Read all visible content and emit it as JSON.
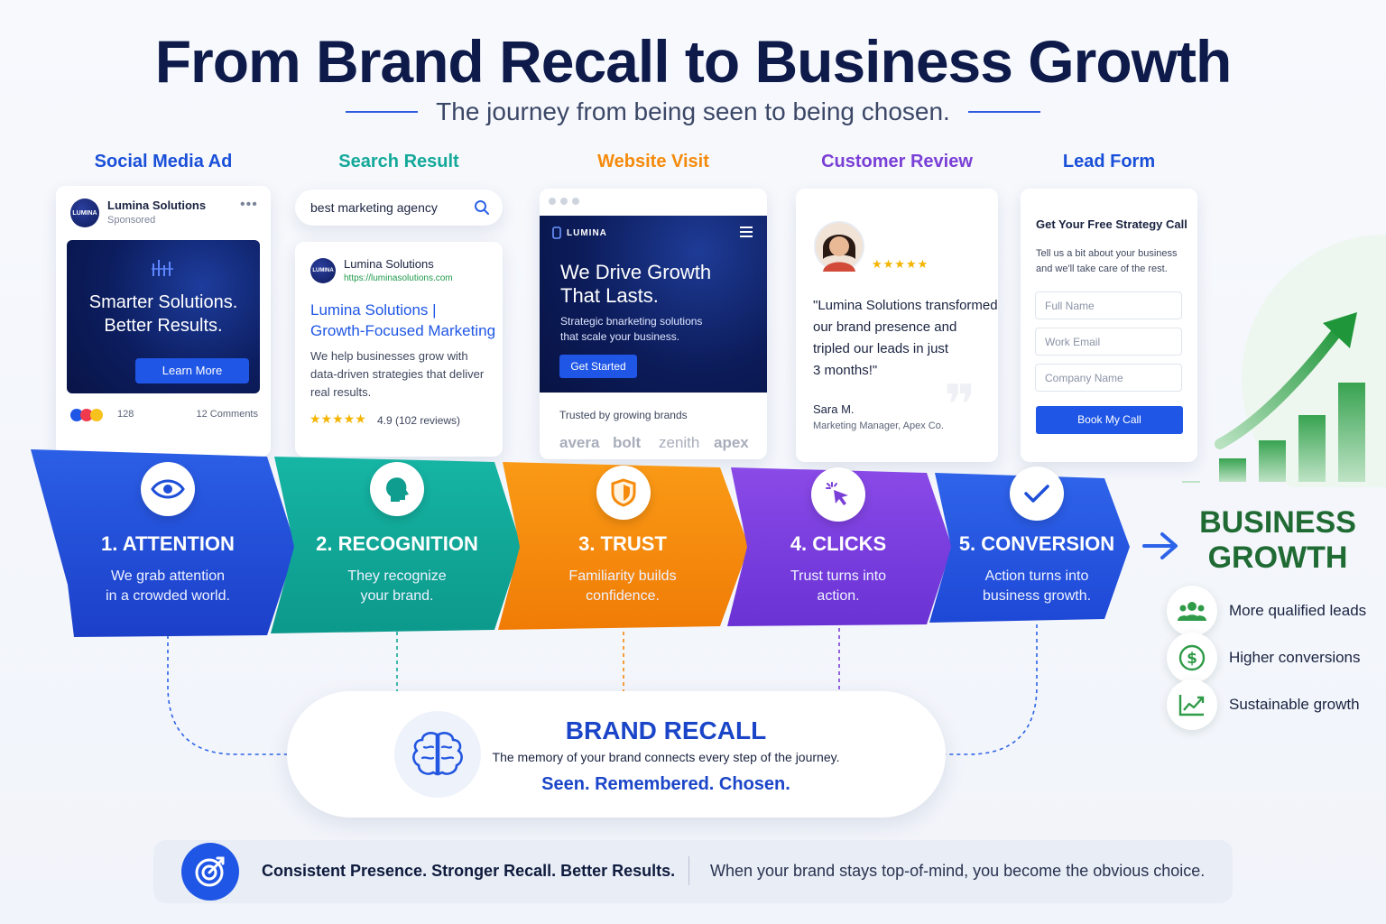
{
  "header": {
    "title": "From Brand Recall to Business Growth",
    "subtitle": "The journey from being seen to being chosen."
  },
  "columns": [
    {
      "label": "Social Media Ad",
      "color": "#1a4fd8"
    },
    {
      "label": "Search Result",
      "color": "#14a89a"
    },
    {
      "label": "Website Visit",
      "color": "#f58a0b"
    },
    {
      "label": "Customer Review",
      "color": "#7a3fd6"
    },
    {
      "label": "Lead Form",
      "color": "#1a4fd8"
    }
  ],
  "social_ad": {
    "brand": "Lumina Solutions",
    "logo_text": "LUMINA",
    "sponsored": "Sponsored",
    "banner_line1": "Smarter Solutions.",
    "banner_line2": "Better Results.",
    "cta": "Learn More",
    "reactions": "128",
    "comments": "12 Comments"
  },
  "search": {
    "query": "best marketing agency",
    "brand": "Lumina Solutions",
    "logo_text": "LUMINA",
    "url": "https://luminasolutions.com",
    "result_title_1": "Lumina Solutions |",
    "result_title_2": "Growth-Focused Marketing",
    "description": "We help businesses grow with data-driven strategies that deliver real results.",
    "stars": "★★★★★",
    "rating": "4.9 (102 reviews)"
  },
  "website": {
    "logo": "LUMINA",
    "headline_1": "We Drive Growth",
    "headline_2": "That Lasts.",
    "sub_1": "Strategic bnarketing solutions",
    "sub_2": "that scale your business.",
    "cta": "Get Started",
    "trusted": "Trusted by growing brands",
    "brands": [
      "avera",
      "bolt",
      "zenith",
      "apex"
    ]
  },
  "review": {
    "stars": "★★★★★",
    "quote_1": "\"Lumina Solutions transformed",
    "quote_2": "our brand presence and",
    "quote_3": "tripled our leads in just",
    "quote_4": "3 months!\"",
    "name": "Sara M.",
    "role": "Marketing Manager, Apex Co."
  },
  "lead_form": {
    "title": "Get Your Free Strategy Call",
    "desc_1": "Tell us a bit about your business",
    "desc_2": "and we'll take care of the rest.",
    "fields": [
      "Full Name",
      "Work Email",
      "Company Name"
    ],
    "cta": "Book My Call"
  },
  "steps": [
    {
      "title": "1. ATTENTION",
      "desc_1": "We grab attention",
      "desc_2": "in a crowded world.",
      "icon": "eye-icon",
      "color": "#2350d8"
    },
    {
      "title": "2. RECOGNITION",
      "desc_1": "They recognize",
      "desc_2": "your brand.",
      "icon": "head-icon",
      "color": "#12a99b"
    },
    {
      "title": "3. TRUST",
      "desc_1": "Familiarity builds",
      "desc_2": "confidence.",
      "icon": "shield-icon",
      "color": "#f5870a"
    },
    {
      "title": "4. CLICKS",
      "desc_1": "Trust turns into",
      "desc_2": "action.",
      "icon": "cursor-click-icon",
      "color": "#7b3ee0"
    },
    {
      "title": "5. CONVERSION",
      "desc_1": "Action turns into",
      "desc_2": "business growth.",
      "icon": "check-icon",
      "color": "#2452df"
    }
  ],
  "growth": {
    "title_1": "BUSINESS",
    "title_2": "GROWTH",
    "color": "#1f7a3a",
    "benefits": [
      {
        "label": "More qualified leads",
        "icon": "users-icon"
      },
      {
        "label": "Higher conversions",
        "icon": "dollar-icon"
      },
      {
        "label": "Sustainable growth",
        "icon": "trend-icon"
      }
    ]
  },
  "recall": {
    "title": "BRAND RECALL",
    "desc": "The memory of your brand connects every step of the journey.",
    "tagline": "Seen. Remembered. Chosen."
  },
  "bottom": {
    "headline": "Consistent Presence. Stronger Recall. Better Results.",
    "text": "When your brand stays top-of-mind, you become the obvious choice."
  }
}
